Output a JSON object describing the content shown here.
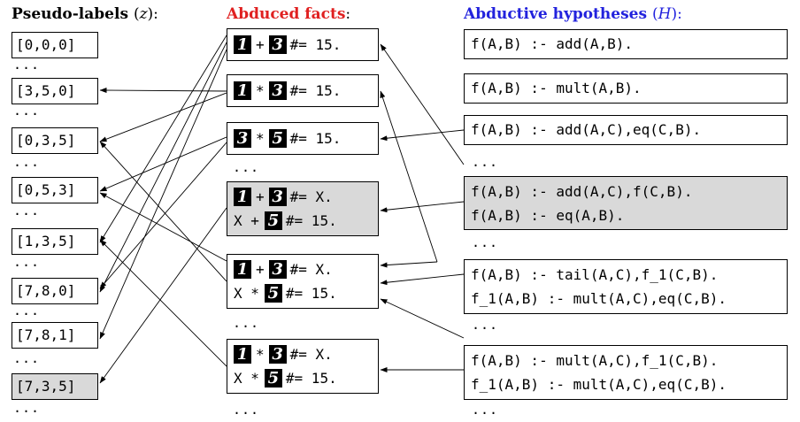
{
  "headers": {
    "pseudo_labels": "Pseudo-labels",
    "pseudo_labels_var": "z",
    "abduced_facts": "Abduced facts",
    "abduced_facts_suffix": ":",
    "hypotheses": "Abductive hypotheses",
    "hypotheses_var": "H",
    "colors": {
      "pseudo": "#000000",
      "facts": "#e02020",
      "hypotheses": "#2222dd"
    }
  },
  "pseudo_labels": [
    "[0,0,0]",
    "[3,5,0]",
    "[0,3,5]",
    "[0,5,3]",
    "[1,3,5]",
    "[7,8,0]",
    "[7,8,1]",
    "[7,3,5]"
  ],
  "ellipsis": "...",
  "facts": [
    {
      "lines": [
        {
          "d1": "1",
          "op": "+",
          "d2": "3",
          "rel": "#= 15."
        }
      ]
    },
    {
      "lines": [
        {
          "d1": "1",
          "op": "*",
          "d2": "3",
          "rel": "#= 15."
        }
      ]
    },
    {
      "lines": [
        {
          "d1": "3",
          "op": "*",
          "d2": "5",
          "rel": "#= 15."
        }
      ]
    },
    {
      "lines": [
        {
          "d1": "1",
          "op": "+",
          "d2": "3",
          "rel": "#= X."
        },
        {
          "pre": "X +",
          "d": "5",
          "rel": "#= 15."
        }
      ]
    },
    {
      "lines": [
        {
          "d1": "1",
          "op": "+",
          "d2": "3",
          "rel": "#= X."
        },
        {
          "pre": "X *",
          "d": "5",
          "rel": "#= 15."
        }
      ]
    },
    {
      "lines": [
        {
          "d1": "1",
          "op": "*",
          "d2": "3",
          "rel": "#= X."
        },
        {
          "pre": "X *",
          "d": "5",
          "rel": "#= 15."
        }
      ]
    }
  ],
  "hypotheses": [
    [
      "f(A,B) :- add(A,B)."
    ],
    [
      "f(A,B) :- mult(A,B)."
    ],
    [
      "f(A,B) :- add(A,C),eq(C,B)."
    ],
    [
      "f(A,B) :- add(A,C),f(C,B).",
      "f(A,B) :- eq(A,B)."
    ],
    [
      "f(A,B) :- tail(A,C),f_1(C,B).",
      "f_1(A,B) :- mult(A,C),eq(C,B)."
    ],
    [
      "f(A,B) :- mult(A,C),f_1(C,B).",
      "f_1(A,B) :- mult(A,C),eq(C,B)."
    ]
  ]
}
